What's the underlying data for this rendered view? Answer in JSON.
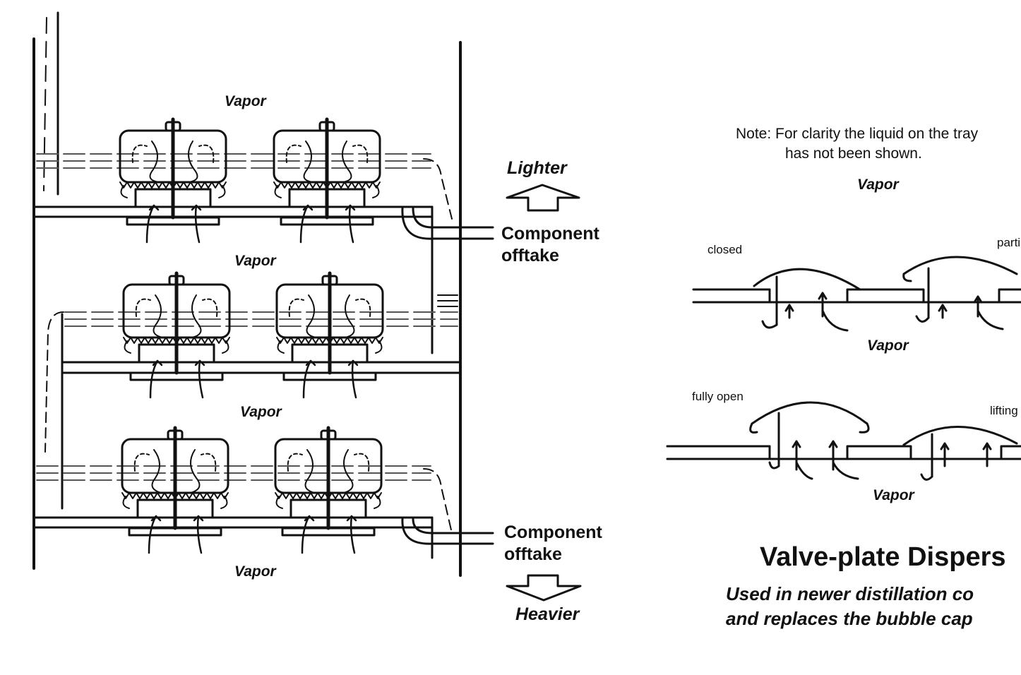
{
  "left": {
    "vapor_labels": [
      "Vapor",
      "Vapor",
      "Vapor",
      "Vapor"
    ],
    "lighter": "Lighter",
    "heavier": "Heavier",
    "offtake_upper": [
      "Component",
      "offtake"
    ],
    "offtake_lower": [
      "Component",
      "offtake"
    ]
  },
  "right": {
    "note": [
      "Note: For clarity the liquid on the tray",
      "has not been shown."
    ],
    "vapor_top": "Vapor",
    "vapor_mid": "Vapor",
    "vapor_bottom": "Vapor",
    "states": [
      "closed",
      "parti",
      "fully open",
      "lifting"
    ],
    "title": "Valve-plate Dispers",
    "subtitle": [
      "Used in newer distillation co",
      "and replaces the bubble cap"
    ]
  }
}
